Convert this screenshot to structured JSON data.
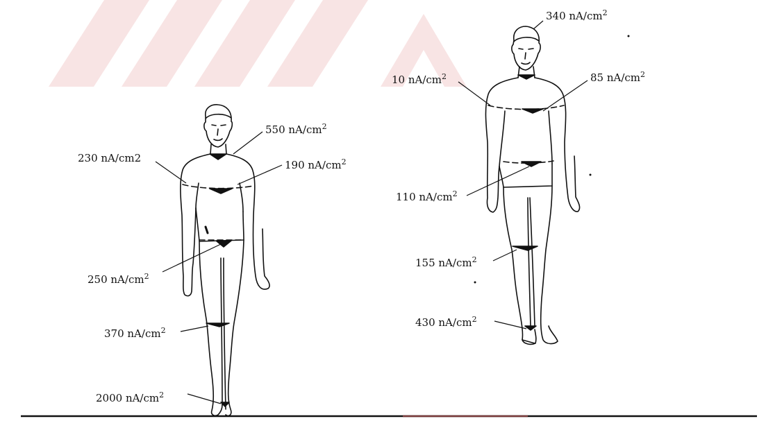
{
  "watermark": {
    "color": "#f2d3d3",
    "fill_color": "#f8e4e4"
  },
  "colors": {
    "ink": "#111111",
    "baseline_accent": "#c0392b"
  },
  "figure_front": {
    "labels": {
      "neck": {
        "value": "550 nA/cm",
        "exp": "2"
      },
      "arm": {
        "value": "230 nA/cm2",
        "exp": ""
      },
      "chest": {
        "value": "190 nA/cm",
        "exp": "2"
      },
      "waist": {
        "value": "250 nA/cm",
        "exp": "2"
      },
      "knee": {
        "value": "370 nA/cm",
        "exp": "2"
      },
      "ankle": {
        "value": "2000 nA/cm",
        "exp": "2"
      }
    }
  },
  "figure_back": {
    "labels": {
      "head": {
        "value": "340 nA/cm",
        "exp": "2"
      },
      "arm": {
        "value": "10 nA/cm",
        "exp": "2"
      },
      "chest": {
        "value": "85 nA/cm",
        "exp": "2"
      },
      "waist": {
        "value": "110 nA/cm",
        "exp": "2"
      },
      "knee": {
        "value": "155  nA/cm",
        "exp": "2"
      },
      "ankle": {
        "value": "430 nA/cm",
        "exp": "2"
      }
    }
  }
}
